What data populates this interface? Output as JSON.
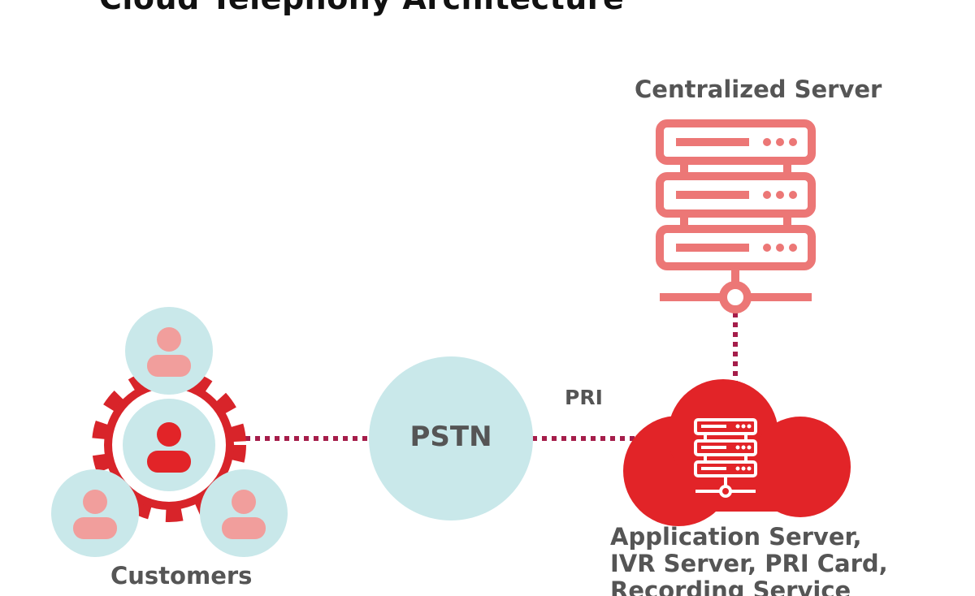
{
  "title": "Cloud Telephony Architecture",
  "nodes": {
    "centralized_server": {
      "label": "Centralized Server"
    },
    "pstn": {
      "label": "PSTN"
    },
    "customers": {
      "label": "Customers"
    },
    "cloud": {
      "lines": [
        "Application Server,",
        "IVR Server, PRI Card,",
        "Recording Service"
      ]
    }
  },
  "edges": {
    "pstn_to_cloud": {
      "label": "PRI"
    }
  },
  "icons": {
    "server_rack": "server-rack-icon",
    "cloud": "cloud-icon",
    "gear": "gear-icon",
    "user": "user-icon"
  },
  "colors": {
    "server_salmon": "#ec7776",
    "cloud_red": "#e22428",
    "gear_red": "#d8242a",
    "circle_fill": "#c9e8ea",
    "user_pink": "#f19e9c",
    "user_red": "#e22428",
    "dotted_line": "#a51d4a",
    "text_gray": "#555555"
  }
}
